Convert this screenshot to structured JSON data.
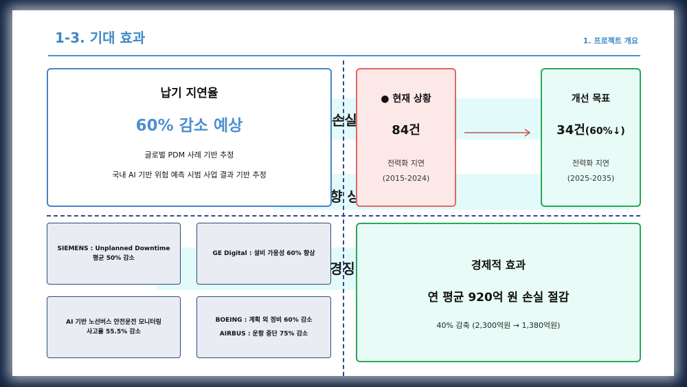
{
  "header": {
    "title": "1-3. 기대 효과",
    "section": "1. 프로젝트 개요"
  },
  "background_words": {
    "w1": "손실",
    "w2": "향 상",
    "w3": "경징"
  },
  "delay_card": {
    "heading": "납기 지연율",
    "highlight": "60% 감소 예상",
    "line1": "글로벌 PDM 사례 기반 추정",
    "line2": "국내 AI 기반 위험 예측 시범 사업 결과 기반 추정"
  },
  "current_card": {
    "heading": "● 현재 상황",
    "value": "84건",
    "label": "전력화 지연",
    "period": "(2015-2024)"
  },
  "goal_card": {
    "heading": "개선 목표",
    "value": "34건",
    "value_note": "(60%↓)",
    "label": "전력화 지연",
    "period": "(2025-2035)"
  },
  "cases": [
    {
      "lines": [
        "SIEMENS : Unplanned Downtime",
        "평균 50% 감소"
      ]
    },
    {
      "lines": [
        "GE Digital : 설비 가용성 60% 향상"
      ]
    },
    {
      "lines": [
        "AI 기반 노선버스 안전운전 모니터링",
        "사고율 55.5% 감소"
      ]
    },
    {
      "lines": [
        "BOEING : 계획 외 정비 60% 감소",
        "AIRBUS : 운항 중단 75% 감소"
      ]
    }
  ],
  "economic_card": {
    "heading": "경제적 효과",
    "highlight": "연 평균 920억 원 손실 절감",
    "detail": "40% 감축 (2,300억원 → 1,380억원)"
  },
  "colors": {
    "accent": "#3f88c5",
    "current_border": "#e06666",
    "current_bg": "#fde8e8",
    "goal_border": "#28a757",
    "goal_bg": "#e8fbf6",
    "arrow": "#c0504d",
    "case_border": "#2d4a85",
    "band": "#e2fbfa"
  }
}
